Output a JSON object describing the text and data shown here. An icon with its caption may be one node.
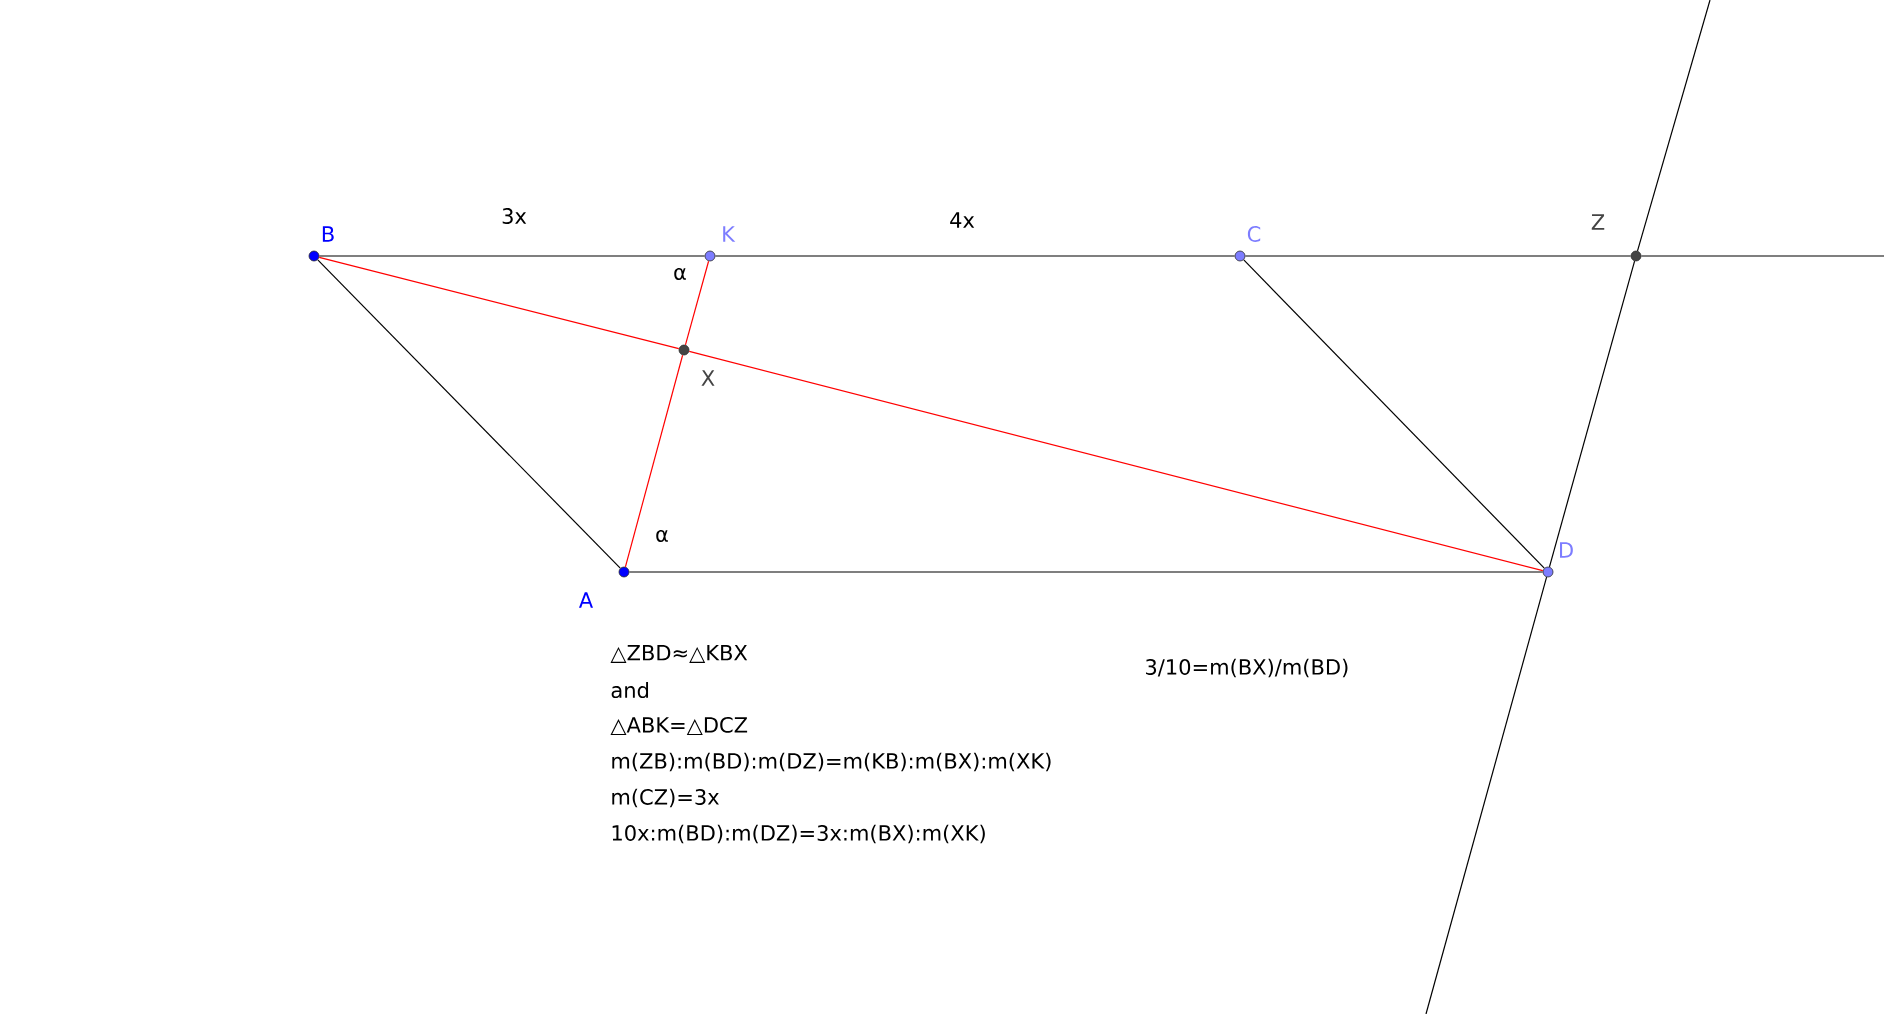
{
  "diagram": {
    "nodes": [
      {
        "text": [],
        "shape": "circle",
        "beside": [
          "B"
        ]
      },
      {
        "text": [],
        "shape": "circle",
        "beside": [
          "K"
        ]
      },
      {
        "text": [],
        "shape": "circle",
        "beside": [
          "C"
        ]
      },
      {
        "text": [],
        "shape": "circle",
        "beside": [
          "Z"
        ]
      },
      {
        "text": [],
        "shape": "circle",
        "beside": [
          "A"
        ]
      },
      {
        "text": [],
        "shape": "circle",
        "beside": [
          "D"
        ]
      },
      {
        "text": [],
        "shape": "circle",
        "beside": [
          "X"
        ]
      }
    ],
    "edges": [
      {
        "from": 0,
        "to": 1,
        "arrow": "none",
        "label": "3x"
      },
      {
        "from": 1,
        "to": 2,
        "arrow": "none",
        "label": "4x"
      },
      {
        "from": 2,
        "to": 3,
        "arrow": "none"
      },
      {
        "from": 3,
        "to": null,
        "arrow": "none"
      },
      {
        "from": 0,
        "to": 4,
        "arrow": "none"
      },
      {
        "from": 4,
        "to": 5,
        "arrow": "none"
      },
      {
        "from": 2,
        "to": 5,
        "arrow": "none"
      },
      {
        "from": 0,
        "to": 6,
        "arrow": "none",
        "color": "#ff0000"
      },
      {
        "from": 6,
        "to": 5,
        "arrow": "none",
        "color": "#ff0000"
      },
      {
        "from": 4,
        "to": 6,
        "arrow": "none",
        "color": "#ff0000"
      },
      {
        "from": 6,
        "to": 1,
        "arrow": "none",
        "color": "#ff0000"
      },
      {
        "from": 3,
        "to": 5,
        "arrow": "none"
      },
      {
        "from": null,
        "to": 3,
        "arrow": "none"
      },
      {
        "from": 5,
        "to": null,
        "arrow": "none"
      }
    ],
    "labels": [
      "α",
      "α",
      "△ZBD≈△KBX",
      "and",
      "△ABK=△DCZ",
      "m(ZB):m(BD):m(DZ)=m(KB):m(BX):m(XK)",
      "m(CZ)=3x",
      "10x:m(BD):m(DZ)=3x:m(BX):m(XK)",
      "3/10=m(BX)/m(BD)"
    ]
  }
}
